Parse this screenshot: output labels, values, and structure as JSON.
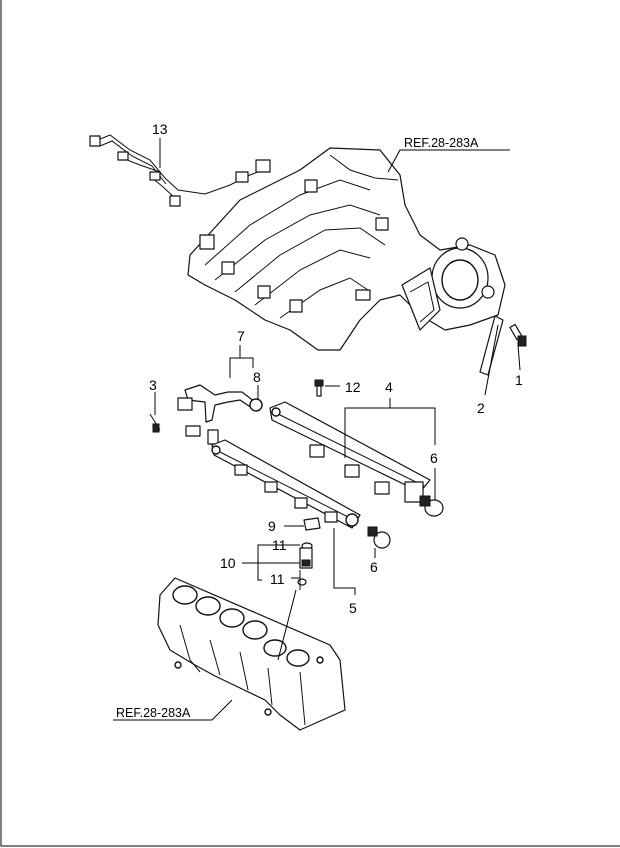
{
  "diagram": {
    "refs": [
      "REF.28-283A",
      "REF.28-283A"
    ],
    "callouts": {
      "n1": "1",
      "n2": "2",
      "n3": "3",
      "n4": "4",
      "n5": "5",
      "n6a": "6",
      "n6b": "6",
      "n7": "7",
      "n8": "8",
      "n9": "9",
      "n10": "10",
      "n11a": "11",
      "n11b": "11",
      "n12": "12",
      "n13": "13"
    }
  }
}
